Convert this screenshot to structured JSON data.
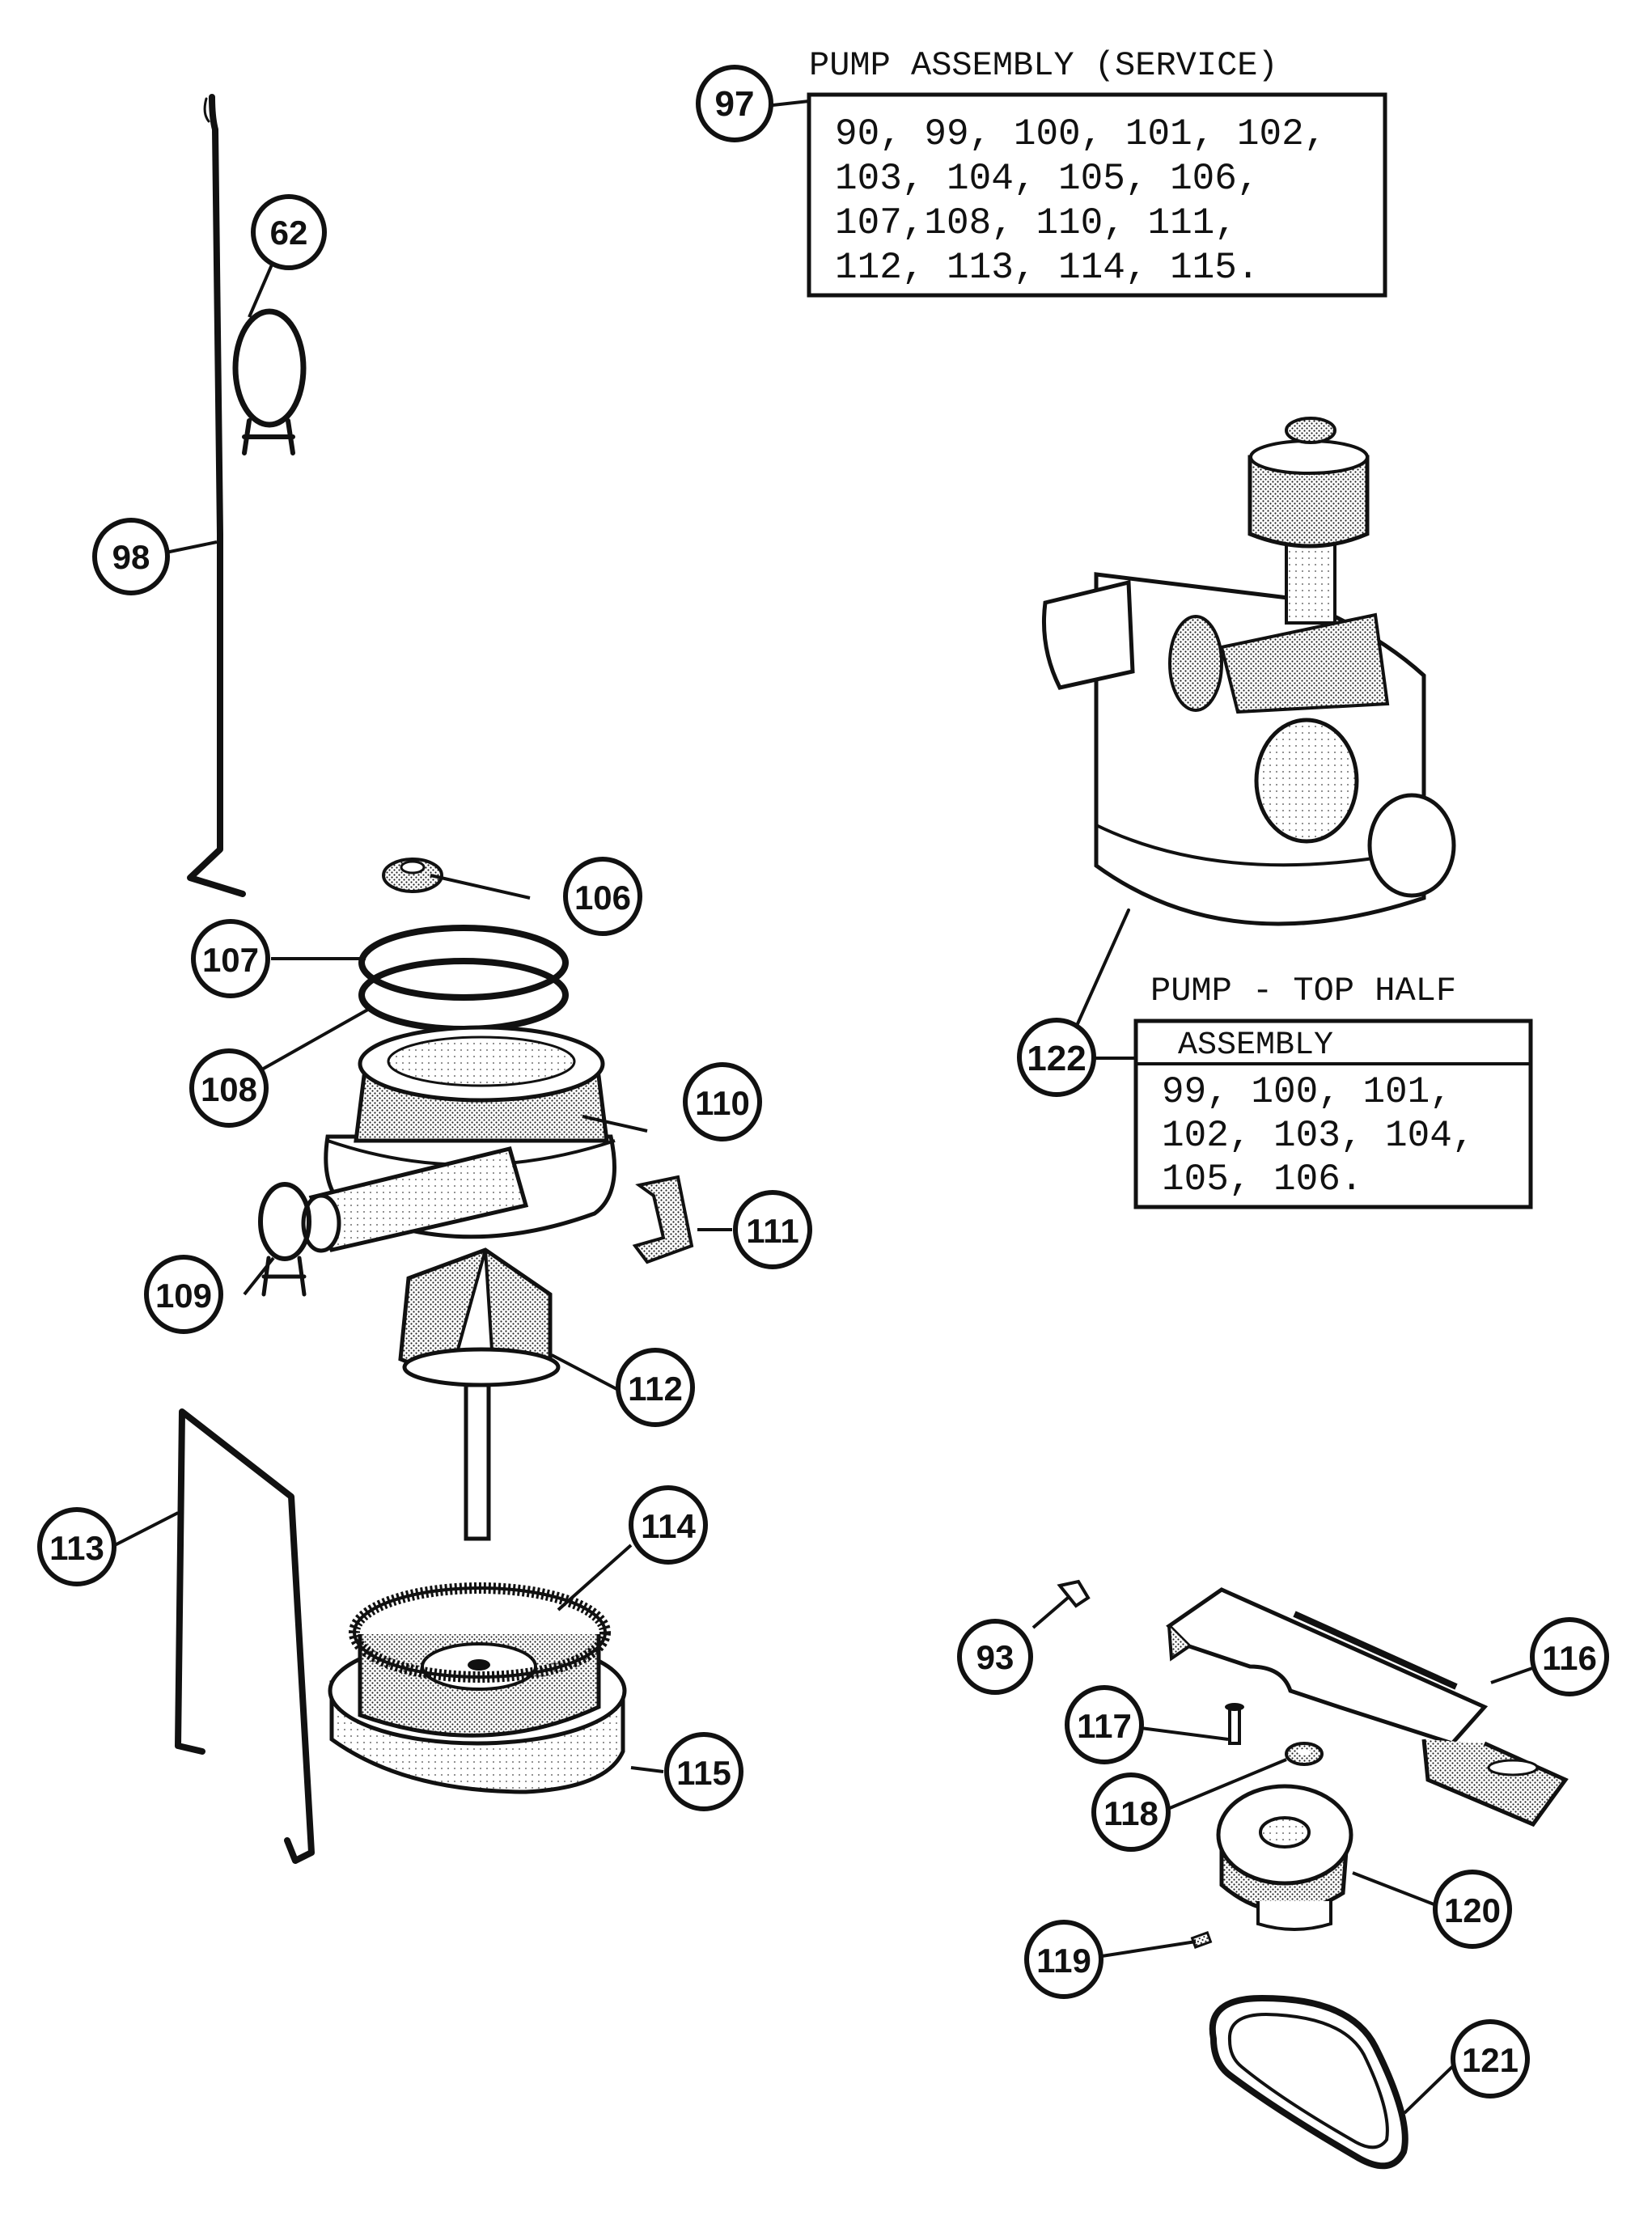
{
  "service_box": {
    "title": "PUMP ASSEMBLY (SERVICE)",
    "callout": "97",
    "lines": [
      "90, 99, 100, 101, 102,",
      "103, 104, 105, 106,",
      "107,108, 110, 111,",
      "112, 113, 114, 115."
    ]
  },
  "top_half_box": {
    "title": "PUMP - TOP HALF",
    "subtitle": "ASSEMBLY",
    "callout": "122",
    "lines": [
      "99, 100, 101,",
      "102, 103, 104,",
      "105, 106."
    ]
  },
  "callouts": [
    {
      "id": "c62",
      "label": "62"
    },
    {
      "id": "c98",
      "label": "98"
    },
    {
      "id": "c106",
      "label": "106"
    },
    {
      "id": "c107",
      "label": "107"
    },
    {
      "id": "c108",
      "label": "108"
    },
    {
      "id": "c110",
      "label": "110"
    },
    {
      "id": "c109",
      "label": "109"
    },
    {
      "id": "c111",
      "label": "111"
    },
    {
      "id": "c112",
      "label": "112"
    },
    {
      "id": "c113",
      "label": "113"
    },
    {
      "id": "c114",
      "label": "114"
    },
    {
      "id": "c115",
      "label": "115"
    },
    {
      "id": "c93",
      "label": "93"
    },
    {
      "id": "c116",
      "label": "116"
    },
    {
      "id": "c117",
      "label": "117"
    },
    {
      "id": "c118",
      "label": "118"
    },
    {
      "id": "c120",
      "label": "120"
    },
    {
      "id": "c119",
      "label": "119"
    },
    {
      "id": "c121",
      "label": "121"
    }
  ]
}
